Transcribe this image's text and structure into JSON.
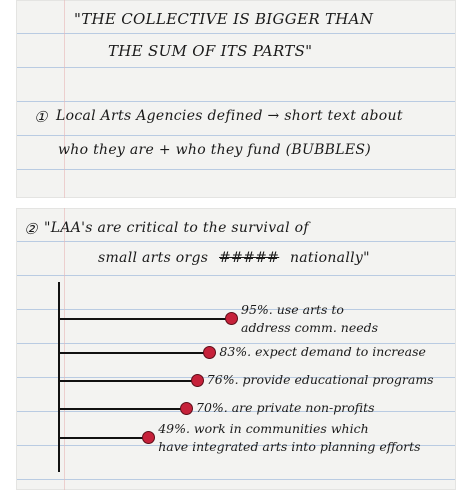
{
  "section1": {
    "quote_line1": "\"THE COLLECTIVE IS BIGGER THAN",
    "quote_line2": "THE SUM OF ITS PARTS\"",
    "item_number": "①",
    "point_line1": "Local Arts Agencies defined → short text about",
    "point_line2": "who they are + who they fund (BUBBLES)"
  },
  "section2": {
    "item_number": "②",
    "quote_line1": "\"LAA's are critical to the survival of",
    "quote_line2": "small arts orgs",
    "struck_text": "#####",
    "quote_line2_end": "nationally\""
  },
  "chart_data": {
    "type": "lollipop",
    "colors": {
      "dot": "#c6213a",
      "line": "#111111"
    },
    "values_percent": [
      95,
      83,
      76,
      70,
      49
    ],
    "labels": [
      [
        "95%. use arts to",
        "address comm. needs"
      ],
      [
        "83%. expect demand to increase"
      ],
      [
        "76%. provide educational programs"
      ],
      [
        "70%. are private non-profits"
      ],
      [
        "49%. work in communities which",
        "have integrated arts into planning efforts"
      ]
    ]
  }
}
